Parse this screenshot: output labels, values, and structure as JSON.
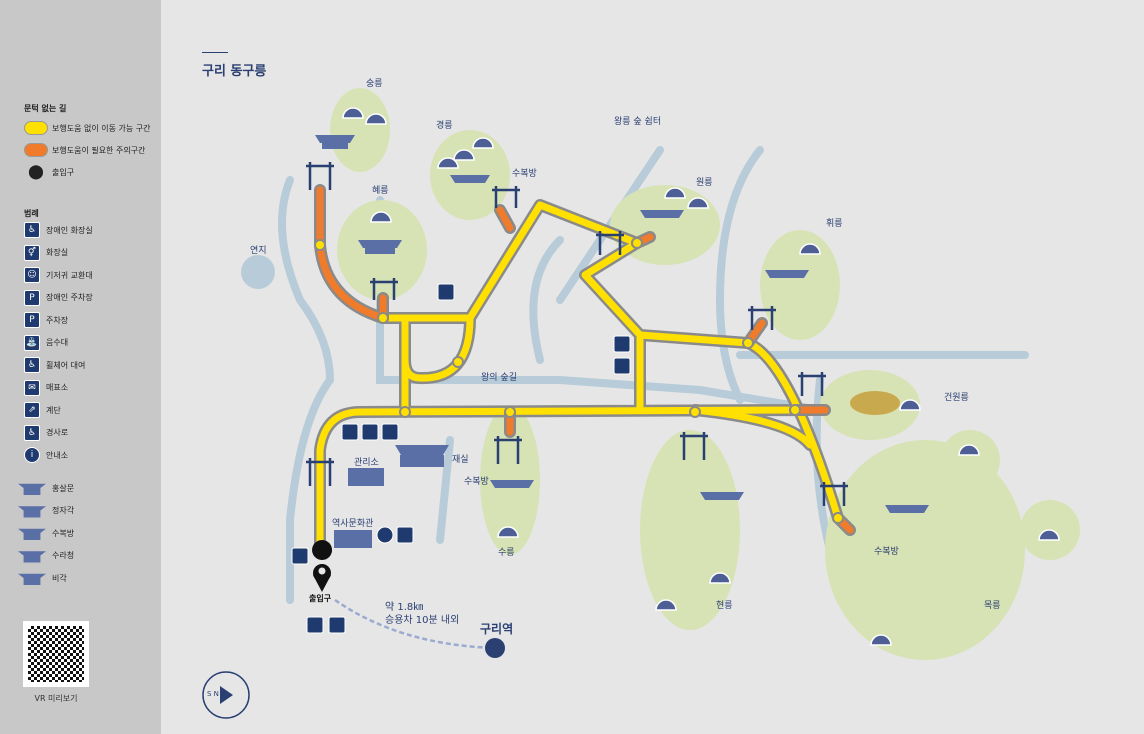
{
  "title": "구리 동구릉",
  "legend": {
    "barrier_free_heading": "문턱 없는 길",
    "barrier_free": [
      {
        "label": "보행도움 없이 이동 가능 구간",
        "color": "#ffe000"
      },
      {
        "label": "보행도움이 필요한 주의구간",
        "color": "#f07b2a"
      },
      {
        "label": "출입구",
        "icon": "map-pin-icon"
      }
    ],
    "symbols_heading": "범례",
    "symbols": [
      {
        "label": "장애인 화장실",
        "icon": "accessible-toilet-icon"
      },
      {
        "label": "화장실",
        "icon": "toilet-icon"
      },
      {
        "label": "기저귀 교환대",
        "icon": "diaper-change-icon"
      },
      {
        "label": "장애인 주차장",
        "icon": "accessible-parking-icon"
      },
      {
        "label": "주차장",
        "icon": "parking-icon"
      },
      {
        "label": "음수대",
        "icon": "drinking-fountain-icon"
      },
      {
        "label": "휠체어 대여",
        "icon": "wheelchair-rental-icon"
      },
      {
        "label": "매표소",
        "icon": "ticket-office-icon"
      },
      {
        "label": "계단",
        "icon": "stairs-icon"
      },
      {
        "label": "경사로",
        "icon": "ramp-icon"
      },
      {
        "label": "안내소",
        "icon": "info-icon"
      },
      {
        "label": "홍살문",
        "icon": "red-gate-icon"
      },
      {
        "label": "정자각",
        "icon": "shrine-icon"
      },
      {
        "label": "수복방",
        "icon": "guard-house-icon"
      },
      {
        "label": "수라청",
        "icon": "kitchen-house-icon"
      },
      {
        "label": "비각",
        "icon": "stele-pavilion-icon"
      }
    ],
    "qr_label": "VR 미리보기"
  },
  "map": {
    "labels": {
      "sungneung": "숭릉",
      "gyeongneung": "경릉",
      "subokbang1": "수복방",
      "forest_rest": "왕릉 숲 쉼터",
      "wonneung": "원릉",
      "hyeneung": "혜릉",
      "yeonji": "연지",
      "hwineung": "휘릉",
      "kings_forest": "왕의 숲길",
      "geonwonneung": "건원릉",
      "jaesil": "재실",
      "office": "관리소",
      "subokbang2": "수복방",
      "sureung": "수릉",
      "history_hall": "역사문화관",
      "entrance": "출입구",
      "hyeonneung": "현릉",
      "mongneung": "목릉",
      "subokbang3": "수복방",
      "distance": "약 1.8㎞",
      "drive_time": "승용차 10분 내외",
      "station": "구리역"
    },
    "compass": "S N"
  }
}
